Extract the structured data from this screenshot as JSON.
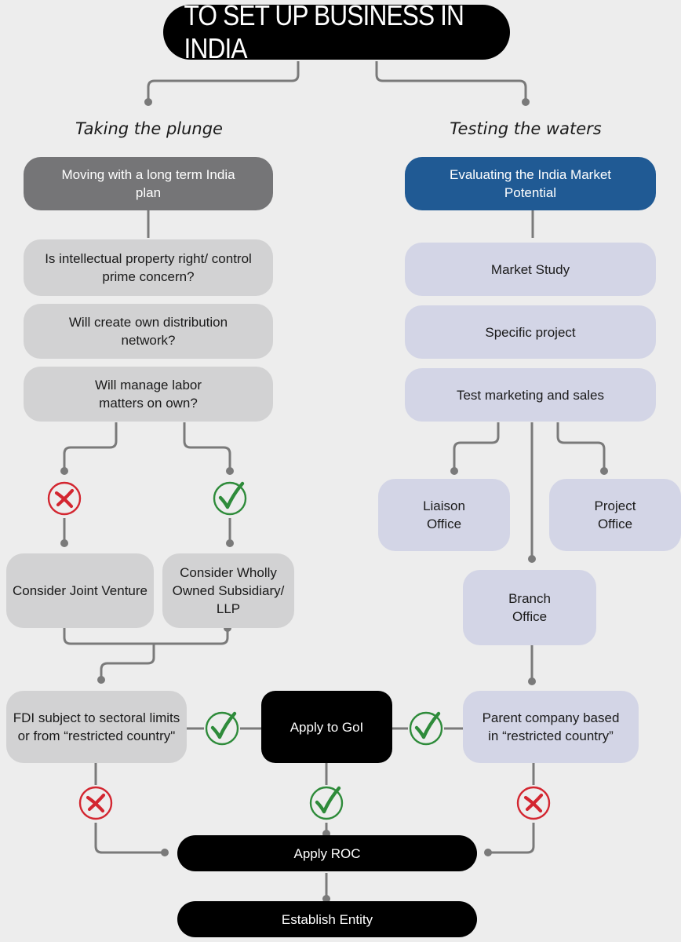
{
  "title": "TO SET UP BUSINESS IN INDIA",
  "left_branch": {
    "heading": "Taking the plunge",
    "start": "Moving with a long term India plan",
    "questions": [
      "Is intellectual property right/ control prime concern?",
      "Will create own distribution network?",
      "Will manage labor matters on own?"
    ],
    "no_option": "Consider Joint Venture",
    "yes_option": "Consider Wholly Owned Subsidiary/ LLP",
    "fdi_check": "FDI subject to sectoral limits or from “restricted country\""
  },
  "right_branch": {
    "heading": "Testing the waters",
    "start": "Evaluating the India Market Potential",
    "steps": [
      "Market Study",
      "Specific project",
      "Test marketing and sales"
    ],
    "liaison_office": "Liaison Office",
    "project_office": "Project Office",
    "branch_office": "Branch Office",
    "parent_check": "Parent company based in “restricted country”"
  },
  "center": {
    "apply_goi": "Apply to GoI",
    "apply_roc": "Apply ROC",
    "establish": "Establish Entity"
  },
  "colors": {
    "background": "#ededed",
    "dark_gray": "#757577",
    "light_gray": "#d2d2d3",
    "blue": "#205a94",
    "lavender": "#d3d5e6",
    "black": "#000000",
    "connector": "#7a7a7a",
    "yes_green": "#2e8b3a",
    "no_red": "#d32630"
  },
  "icons": {
    "yes": "check-circle-icon",
    "no": "x-circle-icon"
  }
}
